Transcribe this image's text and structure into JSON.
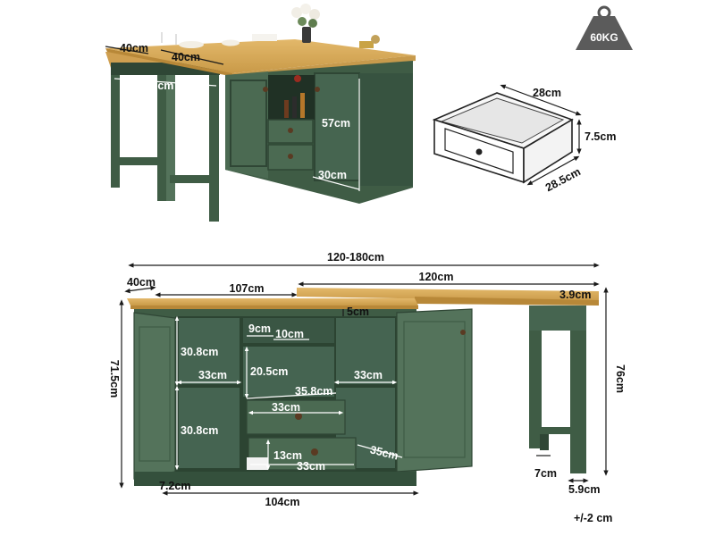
{
  "colors": {
    "cabinet_green": "#3f5c45",
    "cabinet_dark": "#2f4635",
    "cabinet_light": "#54735b",
    "wood_top": "#d9ab5d",
    "wood_edge": "#b88838",
    "interior": "#e9ecea",
    "dimension_line": "#1a1a1a"
  },
  "icons": {
    "weight": "weight-icon",
    "drawer": "drawer-diagram-icon"
  },
  "weight": {
    "label": "60KG"
  },
  "top_view": {
    "depth_left": "40cm",
    "depth_middle": "40cm",
    "bench_width": "79.5cm",
    "cabinet_height": "57cm",
    "drawer_depth": "30cm"
  },
  "drawer": {
    "width": "28cm",
    "height": "7.5cm",
    "depth": "28.5cm"
  },
  "front_view": {
    "total_width": "120-180cm",
    "depth": "40cm",
    "cabinet_width": "107cm",
    "extension_width": "120cm",
    "top_thickness": "3.9cm",
    "shelf_gap_top": "5cm",
    "cubby_width": "9cm",
    "cubby_inner": "10cm",
    "left_upper_height": "30.8cm",
    "left_shelf_width": "33cm",
    "middle_upper_height": "20.5cm",
    "right_shelf_width": "33cm",
    "middle_width": "35.8cm",
    "drawer_width_1": "33cm",
    "left_lower_height": "30.8cm",
    "drawer_height": "13cm",
    "drawer_width_2": "33cm",
    "drawer_depth": "35cm",
    "total_height": "71.5cm",
    "extension_height": "76cm",
    "base_height": "7.2cm",
    "base_width": "104cm",
    "leg_gap": "7cm",
    "leg_width": "5.9cm",
    "tolerance": "+/-2 cm"
  }
}
